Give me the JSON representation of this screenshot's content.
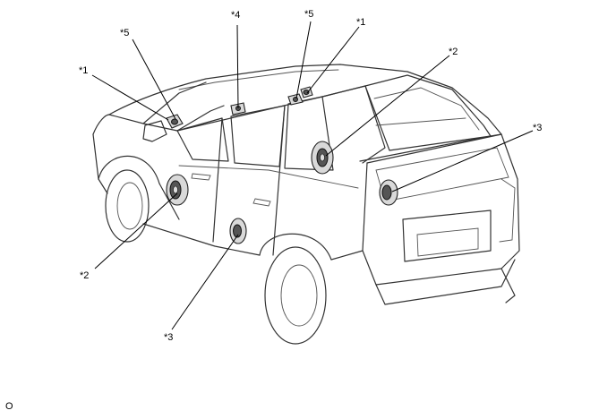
{
  "callouts": {
    "c1_left": "*1",
    "c5_left": "*5",
    "c4": "*4",
    "c5_right": "*5",
    "c1_right": "*1",
    "c2_right": "*2",
    "c3_right": "*3",
    "c2_left": "*2",
    "c3_bottom": "*3"
  },
  "footer": {
    "code": "O"
  }
}
